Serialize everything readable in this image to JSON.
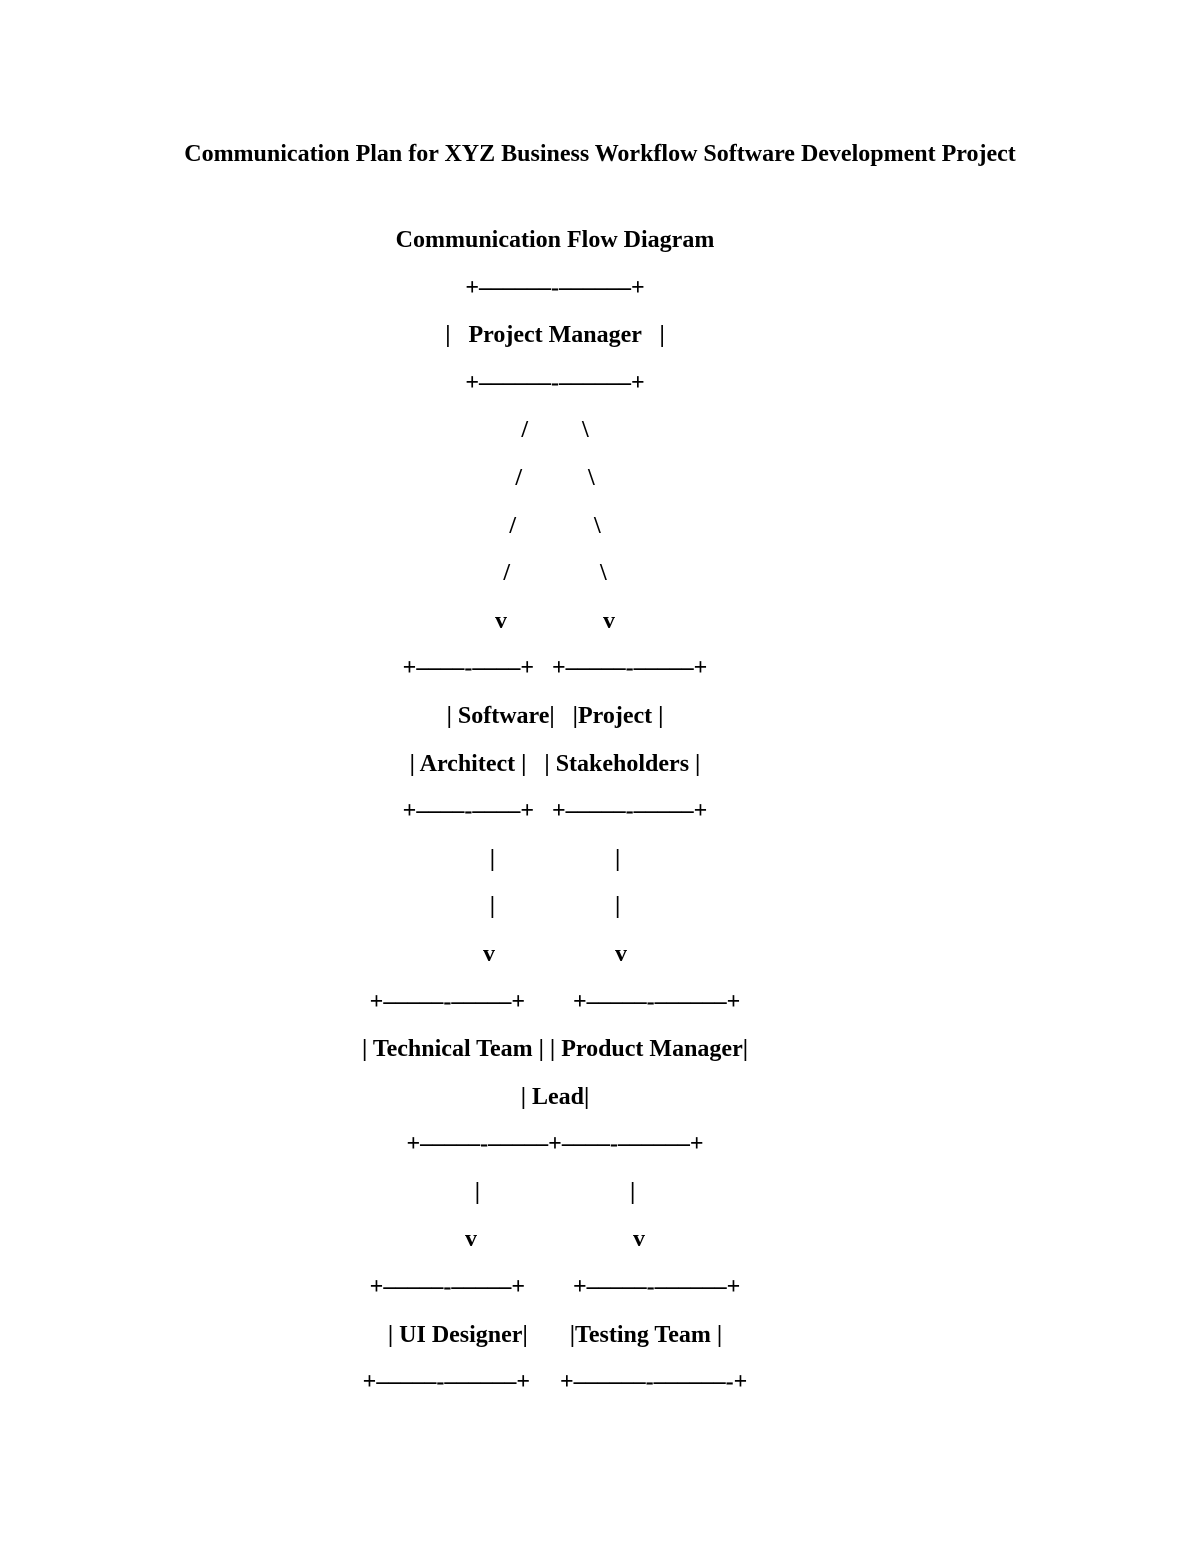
{
  "page": {
    "background_color": "#ffffff",
    "text_color": "#000000"
  },
  "document": {
    "title": "Communication Plan for XYZ Business Workflow Software Development Project",
    "diagram_heading": "Communication Flow Diagram",
    "diagram": {
      "nodes": [
        "Project Manager",
        "Software Architect",
        "Project Stakeholders",
        "Technical Team Lead",
        "Product Manager",
        "UI Designer",
        "Testing Team"
      ],
      "lines": [
        "+––––––-––––––+",
        "|   Project Manager   |",
        "+––––––-––––––+",
        "/         \\",
        "/           \\",
        "/             \\",
        "/               \\",
        "v                v",
        "+––––-––––+   +–––––-–––––+",
        "| Software|   |Project |",
        "| Architect |   | Stakeholders |",
        "+––––-––––+   +–––––-–––––+",
        "|                    |",
        "|                    |",
        "v                    v",
        "+–––––-–––––+        +–––––-––––––+",
        "| Technical Team | | Product Manager|",
        "| Lead|",
        "+–––––-–––––+––––-––––––+",
        "|                         |",
        "v                          v",
        "+–––––-–––––+        +–––––-––––––+",
        "| UI Designer|       |Testing Team |",
        "+–––––-––––––+     +––––––-––––––-+"
      ]
    }
  }
}
